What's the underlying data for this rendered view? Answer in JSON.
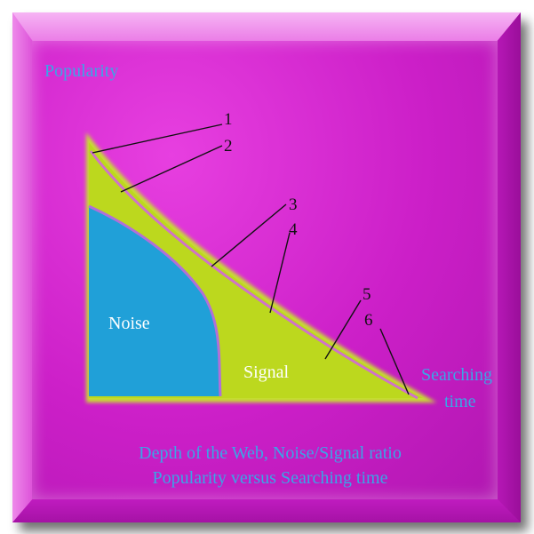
{
  "axes": {
    "y_label": "Popularity",
    "x_label_line1": "Searching",
    "x_label_line2": "time"
  },
  "regions": {
    "noise": "Noise",
    "signal": "Signal"
  },
  "callouts": [
    "1",
    "2",
    "3",
    "4",
    "5",
    "6"
  ],
  "caption": {
    "line1": "Depth of the Web, Noise/Signal ratio",
    "line2": "Popularity versus Searching time"
  },
  "colors": {
    "frame": "#d626d0",
    "noise_fill": "#20a0d8",
    "signal_fill": "#bcd81e",
    "curve_outline": "#c07ad0",
    "axis": "#ffffff",
    "label_blue": "#3aa6e6"
  }
}
